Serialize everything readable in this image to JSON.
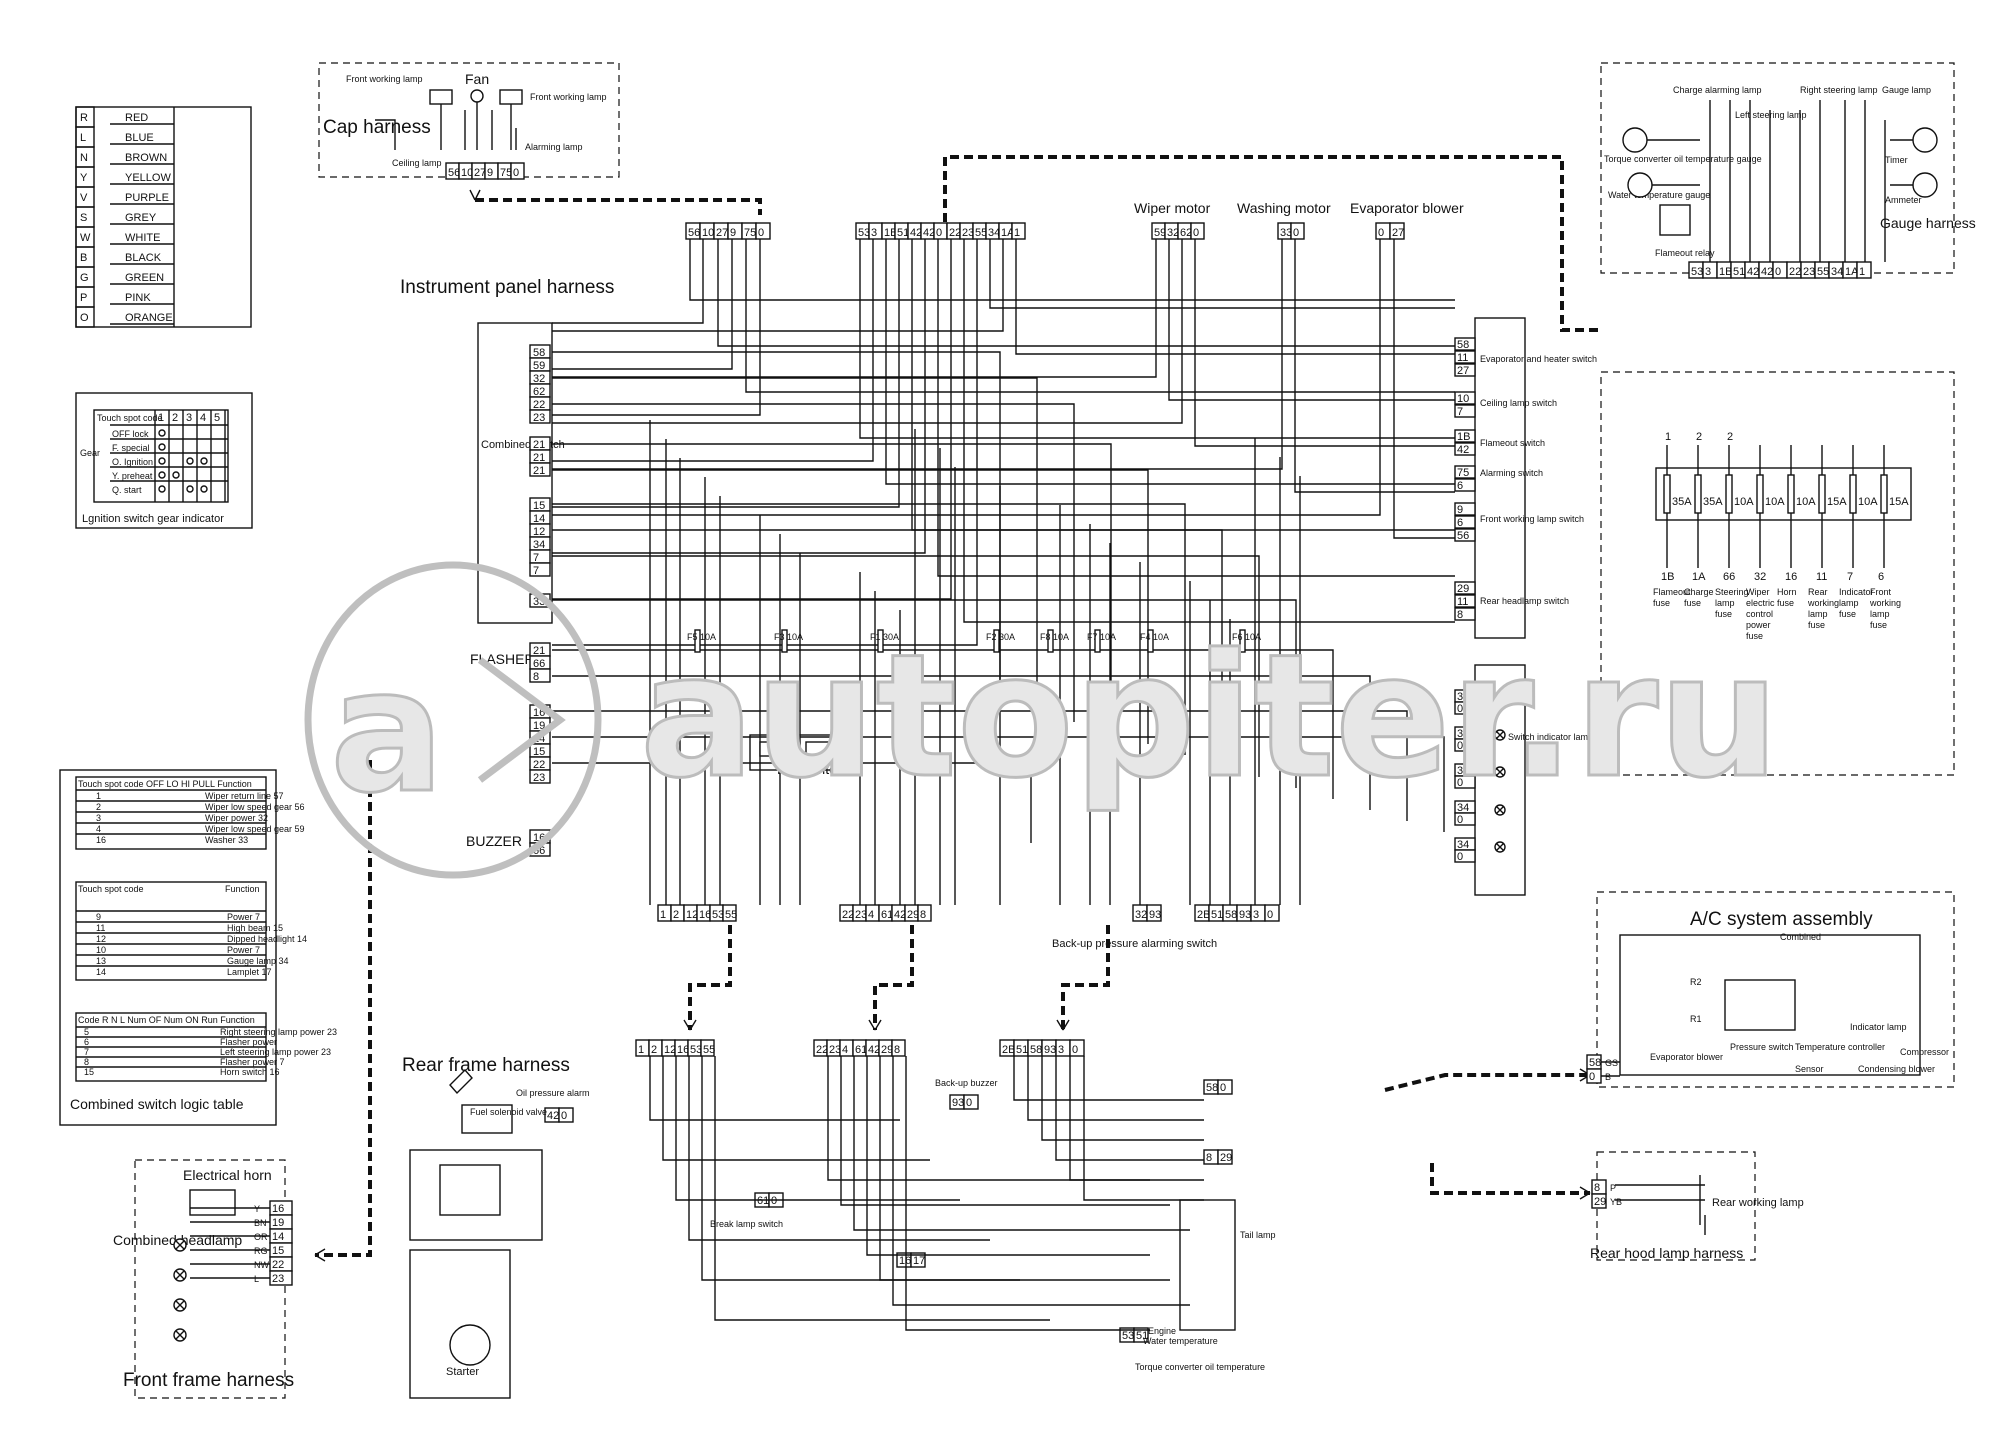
{
  "color_codes": [
    {
      "code": "R",
      "name": "RED"
    },
    {
      "code": "L",
      "name": "BLUE"
    },
    {
      "code": "N",
      "name": "BROWN"
    },
    {
      "code": "Y",
      "name": "YELLOW"
    },
    {
      "code": "V",
      "name": "PURPLE"
    },
    {
      "code": "S",
      "name": "GREY"
    },
    {
      "code": "W",
      "name": "WHITE"
    },
    {
      "code": "B",
      "name": "BLACK"
    },
    {
      "code": "G",
      "name": "GREEN"
    },
    {
      "code": "P",
      "name": "PINK"
    },
    {
      "code": "O",
      "name": "ORANGE"
    }
  ],
  "ignition": {
    "title": "Lgnition switch gear indicator",
    "head": "Touch spot code",
    "cols": [
      "1",
      "2",
      "3",
      "4",
      "5"
    ],
    "gear_label": "Gear",
    "rows": [
      "OFF lock",
      "F. special",
      "O. Ignition",
      "Y. preheat",
      "Q. start"
    ]
  },
  "cap_harness": {
    "title": "Cap harness",
    "fan": "Fan",
    "front_lamp_left": "Front working lamp",
    "front_lamp_right": "Front working lamp",
    "ceiling": "Ceiling lamp",
    "alarming": "Alarming lamp",
    "pins": [
      "56",
      "10",
      "27",
      "9",
      "75",
      "0"
    ]
  },
  "instrument_panel": {
    "title": "Instrument panel harness",
    "top_a": [
      "56",
      "10",
      "27",
      "9",
      "75",
      "0"
    ],
    "top_b": [
      "53",
      "3",
      "1B",
      "51",
      "42",
      "42a",
      "0",
      "22",
      "23",
      "55",
      "34",
      "1A",
      "1"
    ],
    "top_c": [
      "59",
      "32",
      "62",
      "0"
    ],
    "top_d": [
      "33",
      "0"
    ],
    "top_e": [
      "0",
      "27"
    ],
    "wiper": "Wiper motor",
    "washing": "Washing motor",
    "evaporator": "Evaporator blower",
    "combined_switch": "Combined switch",
    "flasher": "FLASHER",
    "buzzer": "BUZZER",
    "key_switch": "Key switch",
    "left_pins": [
      "58",
      "59",
      "32",
      "62",
      "22",
      "23",
      "21",
      "21",
      "21",
      "15",
      "14",
      "12",
      "34",
      "7",
      "7",
      "33",
      "21",
      "66",
      "8",
      "16",
      "19",
      "14",
      "15",
      "22",
      "23",
      "16",
      "66"
    ],
    "right_pins": [
      "58",
      "11",
      "27",
      "10",
      "7",
      "1B",
      "42",
      "75",
      "6",
      "9",
      "6",
      "56",
      "29",
      "11",
      "8",
      "34",
      "0",
      "34",
      "0",
      "34",
      "0",
      "34",
      "0",
      "34",
      "0"
    ],
    "bottom_a": [
      "1",
      "2",
      "12",
      "16",
      "53",
      "55"
    ],
    "bottom_b": [
      "22",
      "23",
      "4",
      "61",
      "42",
      "29",
      "8"
    ],
    "bottom_c": [
      "32",
      "93"
    ],
    "bottom_d": [
      "2B",
      "51",
      "58",
      "93",
      "3",
      "0"
    ],
    "backup_switch": "Back-up pressure alarming switch",
    "fuses": [
      "F5 10A",
      "F3 10A",
      "F1 30A",
      "F2 30A",
      "F8 10A",
      "F7 10A",
      "F4 10A",
      "F6 10A"
    ],
    "side_switches": [
      "Evaporator and heater switch",
      "Ceiling lamp switch",
      "Flameout switch",
      "Alarming switch",
      "Front working lamp switch",
      "Rear headlamp switch"
    ],
    "switch_indicator": "Switch indicator lamp"
  },
  "gauge_harness": {
    "title": "Gauge harness",
    "labels": [
      "Charge alarming lamp",
      "Right steering lamp",
      "Gauge lamp",
      "Left steering lamp",
      "Torque converter oil temperature gauge",
      "Timer",
      "Water temperature gauge",
      "Ammeter",
      "Flameout relay"
    ],
    "pins": [
      "53",
      "3",
      "1B",
      "51",
      "42",
      "42a",
      "0",
      "22",
      "23",
      "55",
      "34",
      "1A",
      "1"
    ]
  },
  "fuse_box": {
    "top": [
      "1",
      "2",
      "2"
    ],
    "ratings": [
      "35A",
      "35A",
      "10A",
      "10A",
      "10A",
      "15A",
      "10A",
      "15A"
    ],
    "numbers": [
      "1B",
      "1A",
      "66",
      "32",
      "16",
      "11",
      "7",
      "6"
    ],
    "names": [
      "Flameout fuse",
      "Charge fuse",
      "Steering lamp fuse",
      "Wiper electric control power fuse",
      "Horn fuse",
      "Rear working lamp fuse",
      "Indicator lamp fuse",
      "Front working lamp fuse"
    ]
  },
  "logic_table": {
    "title": "Combined switch logic table",
    "t1_head": [
      "Touch spot code",
      "OFF",
      "LO",
      "HI",
      "PULL",
      "Function"
    ],
    "t1_rows": [
      [
        "1",
        "Wiper return line 57"
      ],
      [
        "2",
        "Wiper low speed gear 56"
      ],
      [
        "3",
        "Wiper power 32"
      ],
      [
        "4",
        "Wiper low speed gear 59"
      ],
      [
        "16",
        "Washer 33"
      ]
    ],
    "t2_head": [
      "Touch spot code",
      "Function"
    ],
    "t2_rows": [
      [
        "9",
        "Power 7"
      ],
      [
        "11",
        "High beam 15"
      ],
      [
        "12",
        "Dipped headlight 14"
      ],
      [
        "10",
        "Power 7"
      ],
      [
        "13",
        "Gauge lamp 34"
      ],
      [
        "14",
        "Lamplet 17"
      ]
    ],
    "t3_head": [
      "Code",
      "R",
      "N",
      "L",
      "Num OF",
      "Num ON",
      "Run",
      "Function"
    ],
    "t3_rows": [
      [
        "5",
        "Right steering lamp power 23"
      ],
      [
        "6",
        "Flasher power"
      ],
      [
        "7",
        "Left steering lamp power 23"
      ],
      [
        "8",
        "Flasher power 7"
      ],
      [
        "15",
        "Horn switch 16"
      ]
    ]
  },
  "rear_frame": {
    "title": "Rear frame harness",
    "pins_a": [
      "1",
      "2",
      "12",
      "16",
      "53",
      "55"
    ],
    "pins_b": [
      "22",
      "23",
      "4",
      "61",
      "42",
      "29",
      "8"
    ],
    "pins_c": [
      "2B",
      "51",
      "58",
      "93",
      "3",
      "0"
    ],
    "oil_switch": "Oil pressure alarm",
    "solenoid": "Fuel solenoid valve",
    "backup_buzzer": "Back-up buzzer",
    "brake_switch": "Break lamp switch",
    "tail_lamp": "Tail lamp",
    "engine": "Engine",
    "water_temp": "Water temperature",
    "oil_temp": "Torque converter oil temperature",
    "starter": "Starter"
  },
  "ac_system": {
    "title": "A/C system assembly",
    "labels": [
      "Combined",
      "R2",
      "R1",
      "Evaporator blower",
      "Pressure switch",
      "Temperature controller",
      "Sensor",
      "Indicator lamp",
      "Compressor",
      "Condensing blower"
    ],
    "pins": [
      "58",
      "0"
    ],
    "wires": [
      "GS",
      "B"
    ]
  },
  "rear_hood": {
    "title": "Rear hood lamp harness",
    "lamp": "Rear working lamp",
    "pins": [
      "8",
      "29"
    ],
    "wires": [
      "P",
      "YB"
    ]
  },
  "front_frame": {
    "title": "Front frame harness",
    "horn": "Electrical horn",
    "headlamp": "Combined headlamp",
    "pins": [
      "16",
      "19",
      "14",
      "15",
      "22",
      "23"
    ],
    "wires": [
      "Y",
      "BN",
      "OR",
      "RG",
      "NW",
      "L"
    ]
  },
  "watermark": "autopiter.ru"
}
